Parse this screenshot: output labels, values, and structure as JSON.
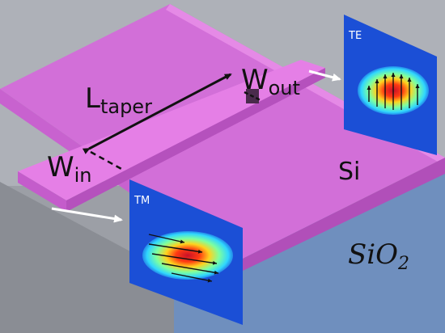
{
  "labels": {
    "l_taper_main": "L",
    "l_taper_sub": "taper",
    "w_out_main": "W",
    "w_out_sub": "out",
    "w_in_main": "W",
    "w_in_sub": "in",
    "si": "Si",
    "sio2_main": "SiO",
    "sio2_sub": "2",
    "te": "TE",
    "tm": "TM"
  },
  "colors": {
    "background": "#a9acb3",
    "substrate_front": "#6f8fbe",
    "substrate_side": "#5e7fb0",
    "slab_top": "#d26fd8",
    "slab_front": "#b75bc2",
    "waveguide_top": "#e078e2",
    "waveguide_side": "#c55ccc",
    "mode_panel": "#1b4fd6",
    "arrow_white": "#ffffff",
    "arrow_black": "#111111"
  }
}
